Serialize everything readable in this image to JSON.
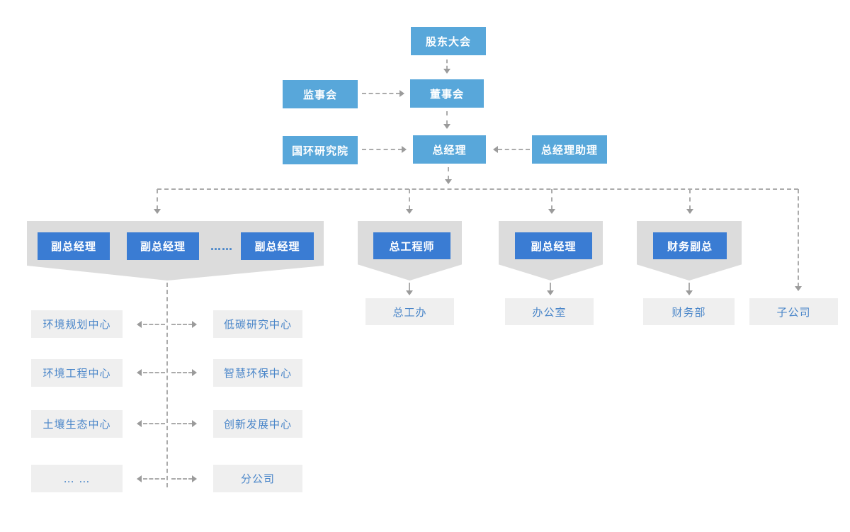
{
  "palette": {
    "light_blue": "#58a7da",
    "dark_blue": "#3a7cd3",
    "shape_gray": "#dcdcdc",
    "leaf_gray": "#efefef",
    "leaf_text": "#4a86c9",
    "line": "#ababab",
    "arrow": "#9b9b9b"
  },
  "top": {
    "shareholders": "股东大会",
    "supervisory": "监事会",
    "board": "董事会",
    "research_institute": "国环研究院",
    "general_manager": "总经理",
    "gm_assistant": "总经理助理"
  },
  "executives": {
    "deputy_gms": [
      "副总经理",
      "副总经理",
      "副总经理"
    ],
    "deputy_gm_ellipsis": "……",
    "chief_engineer": "总工程师",
    "deputy_gm_admin": "副总经理",
    "finance_vp": "财务副总"
  },
  "departments": {
    "chief_engineer_office": "总工办",
    "admin_office": "办公室",
    "finance_dept": "财务部",
    "subsidiary": "子公司"
  },
  "centers": {
    "left": [
      "环境规划中心",
      "环境工程中心",
      "土壤生态中心",
      "… …"
    ],
    "right": [
      "低碳研究中心",
      "智慧环保中心",
      "创新发展中心",
      "分公司"
    ]
  }
}
